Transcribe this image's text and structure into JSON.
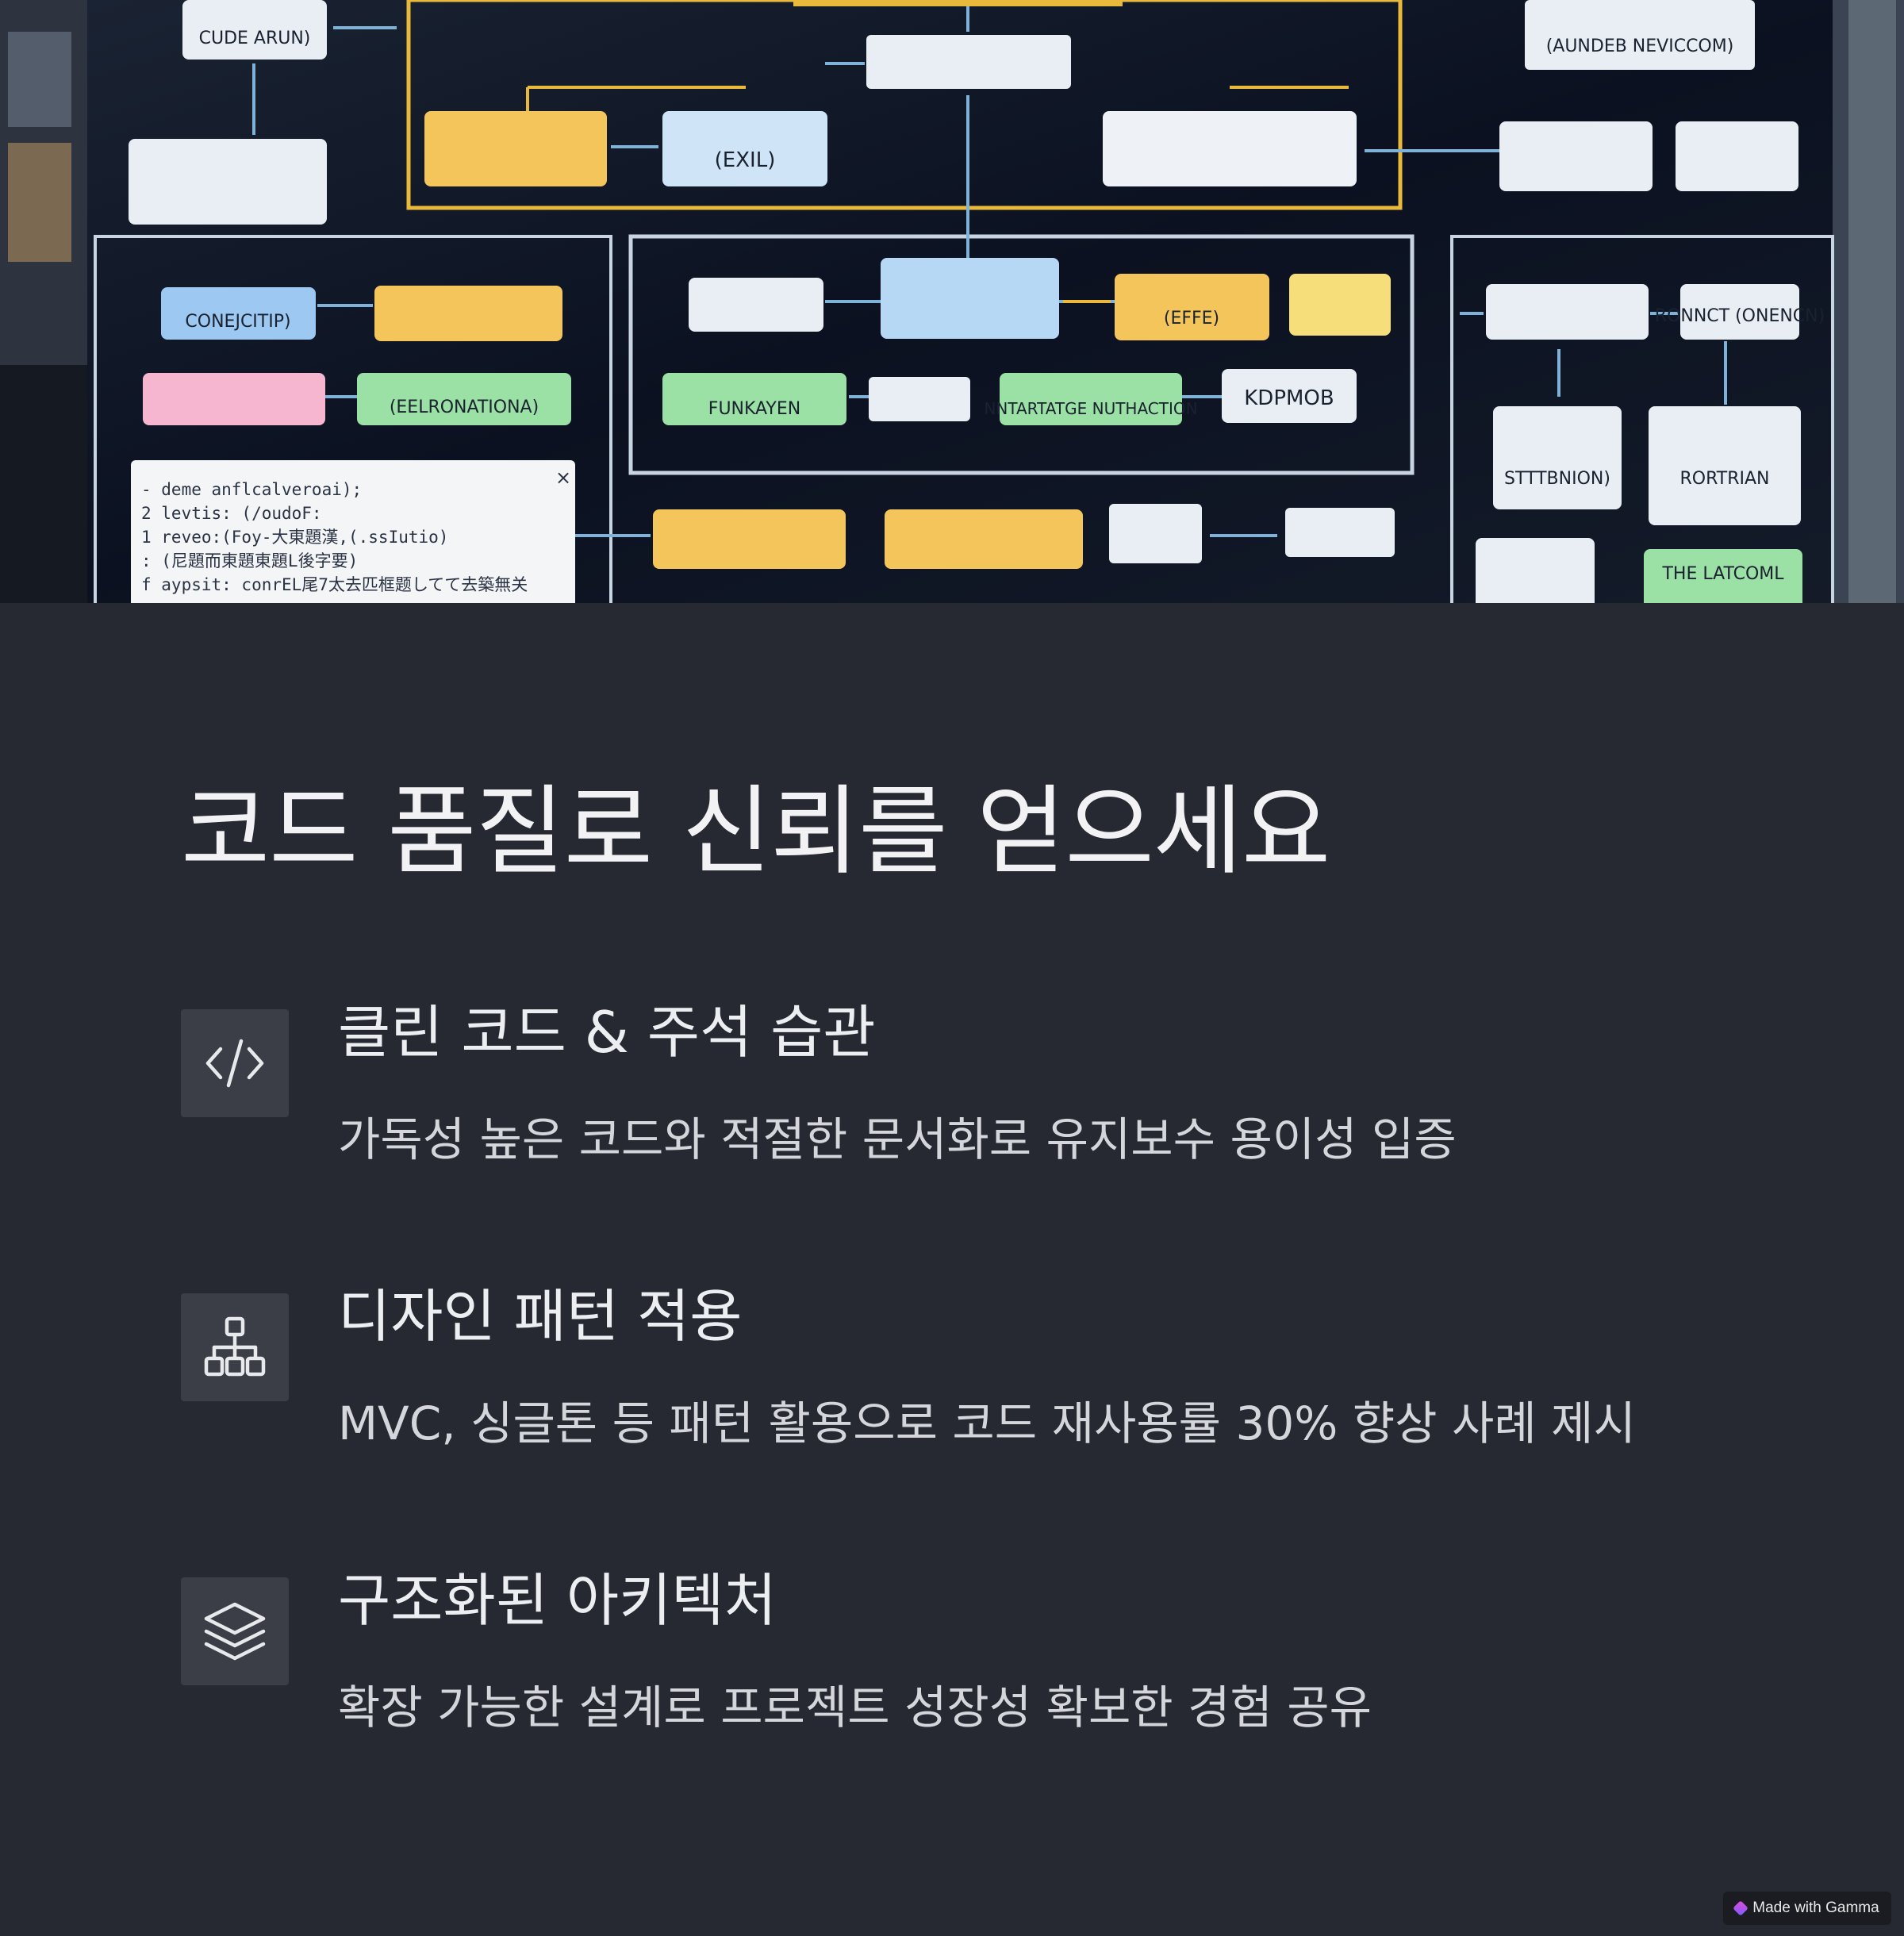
{
  "hero": {
    "alt_kind": "architecture-diagram-photo",
    "code_panel": {
      "lines": [
        "- deme anflcalveroai);",
        "2 levtis: (/oudoF:",
        "1 reveo:(Foy-大東題漢,(.ssIutio)",
        ": (尼題而東題東題L後字要)",
        "f aypsit: conrEL尾7太去匹框题してて去築無关"
      ]
    },
    "boxes": [
      {
        "text": "CUDE ARUN)"
      },
      {
        "text": "(AUNDEB NEVICCOM)"
      },
      {
        "text": "(EXIL)"
      },
      {
        "text": "CONEJCITIP)"
      },
      {
        "text": "(EELRONATIONA)"
      },
      {
        "text": "FUNKAYEN"
      },
      {
        "text": "NNTARTATGE NUTHACTION"
      },
      {
        "text": "KDPMOB"
      },
      {
        "text": "RONNCT (ONENCN)"
      },
      {
        "text": "STTTBNION)"
      },
      {
        "text": "RORTRIAN"
      },
      {
        "text": "THE LATCOML"
      },
      {
        "text": "(EFFE)"
      }
    ]
  },
  "title": "코드 품질로 신뢰를 얻으세요",
  "features": [
    {
      "icon": "code-icon",
      "title": "클린 코드 & 주석 습관",
      "description": "가독성 높은 코드와 적절한 문서화로 유지보수 용이성 입증"
    },
    {
      "icon": "hierarchy-icon",
      "title": "디자인 패턴 적용",
      "description": "MVC, 싱글톤 등 패턴 활용으로 코드 재사용률 30% 향상 사례 제시"
    },
    {
      "icon": "layers-icon",
      "title": "구조화된 아키텍처",
      "description": "확장 가능한 설계로 프로젝트 성장성 확보한 경험 공유"
    }
  ],
  "badge": {
    "label": "Made with Gamma"
  }
}
